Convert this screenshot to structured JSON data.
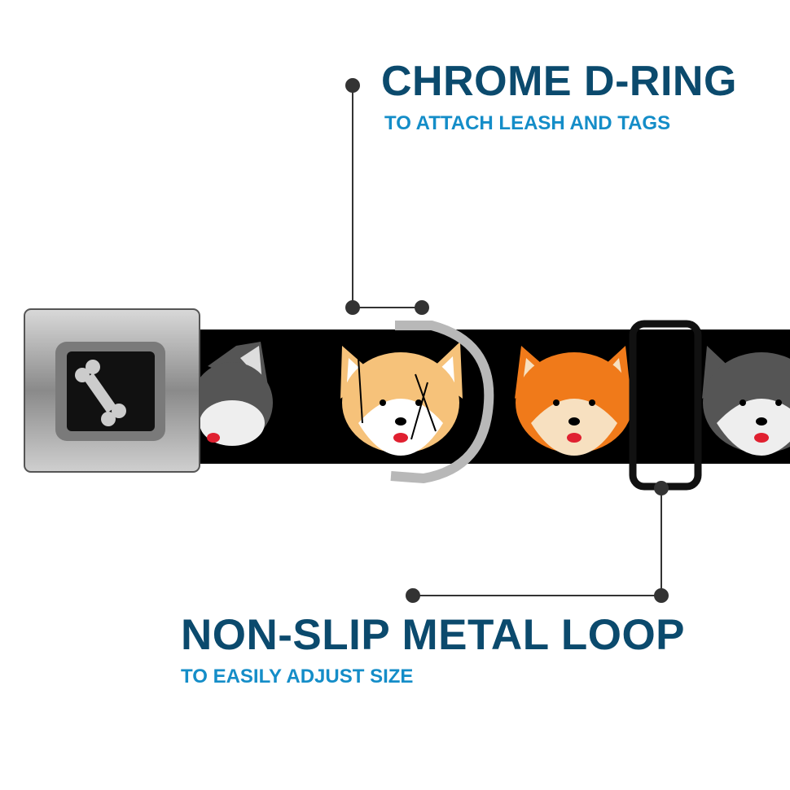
{
  "callouts": [
    {
      "title": "CHROME D-RING",
      "subtitle": "TO ATTACH LEASH AND TAGS"
    },
    {
      "title": "NON-SLIP METAL LOOP",
      "subtitle": "TO EASILY ADJUST SIZE"
    }
  ],
  "colors": {
    "title": "#0b4a6d",
    "subtitle": "#148dc8",
    "strap": "#000000",
    "leader": "#333333"
  }
}
